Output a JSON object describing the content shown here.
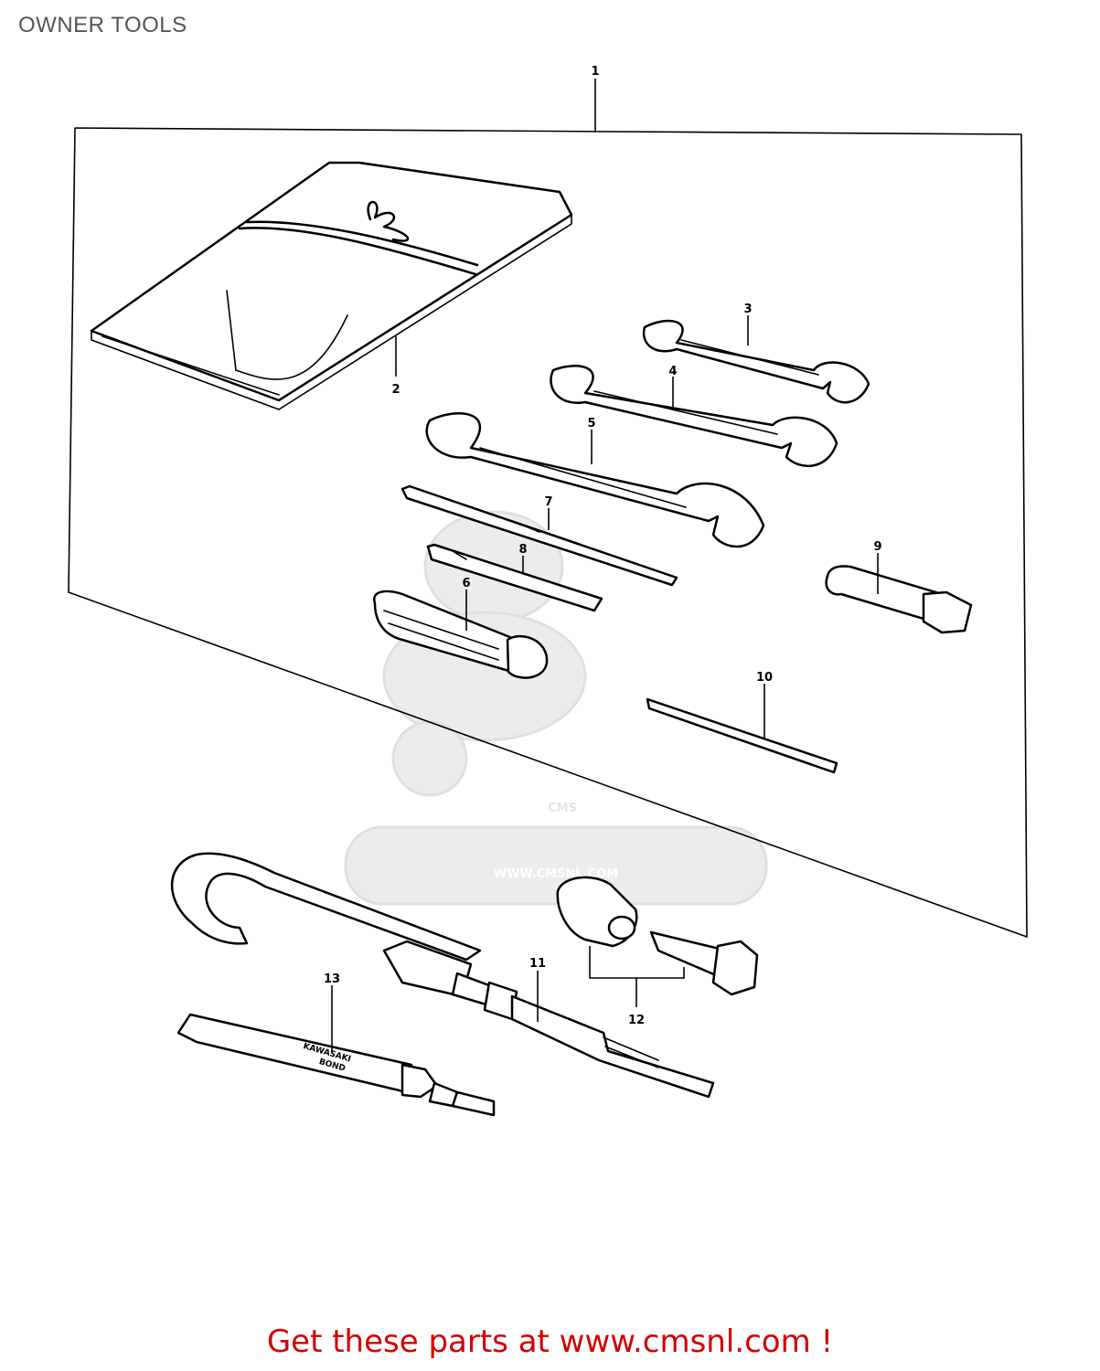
{
  "page_title": "OWNER TOOLS",
  "watermark": {
    "brand": "CMS",
    "url": "WWW.CMSNL.COM"
  },
  "tube_label": {
    "line1": "KAWASAKI",
    "line2": "BOND"
  },
  "callouts": [
    {
      "number": "1"
    },
    {
      "number": "2"
    },
    {
      "number": "3"
    },
    {
      "number": "4"
    },
    {
      "number": "5"
    },
    {
      "number": "6"
    },
    {
      "number": "7"
    },
    {
      "number": "8"
    },
    {
      "number": "9"
    },
    {
      "number": "10"
    },
    {
      "number": "11"
    },
    {
      "number": "12"
    },
    {
      "number": "13"
    }
  ],
  "footer_link": "Get these parts at www.cmsnl.com !",
  "colors": {
    "footer": "#d40000",
    "title": "#555555",
    "watermark": "#e4e4e4"
  }
}
